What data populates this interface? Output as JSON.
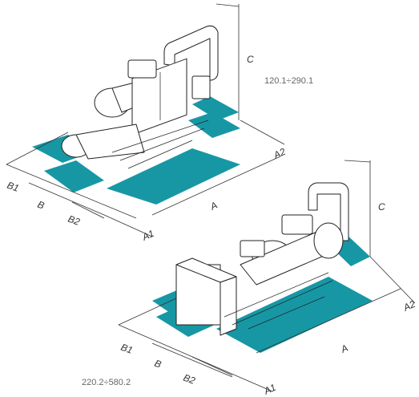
{
  "top_view": {
    "range_label": "120.1÷290.1",
    "dims": {
      "a": "A",
      "a1": "A1",
      "a2": "A2",
      "b": "B",
      "b1": "B1",
      "b2": "B2",
      "c": "C"
    }
  },
  "bottom_view": {
    "range_label": "220.2÷580.2",
    "dims": {
      "a": "A",
      "a1": "A1",
      "a2": "A2",
      "b": "B",
      "b1": "B1",
      "b2": "B2",
      "c": "C"
    }
  },
  "colors": {
    "service_zone": "#1797a4",
    "lines": "#333333"
  }
}
